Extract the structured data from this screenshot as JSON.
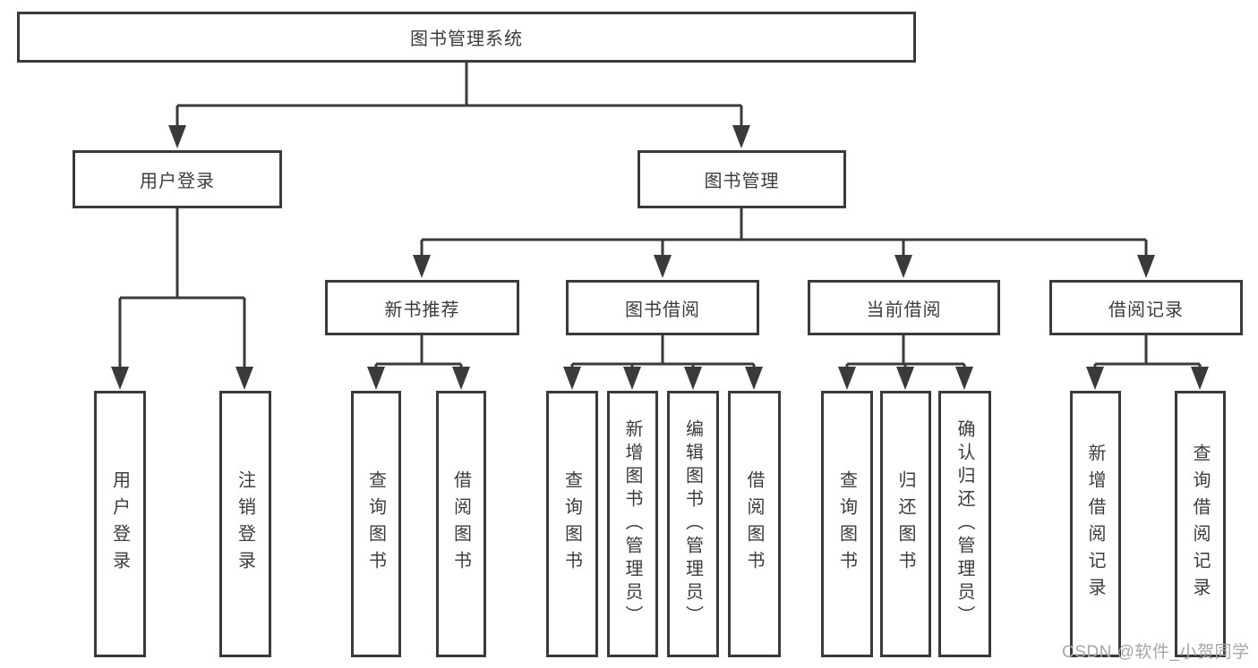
{
  "tree": {
    "root": {
      "label": "图书管理系统"
    },
    "children": [
      {
        "label": "用户登录",
        "children": [
          {
            "label": "用户登录"
          },
          {
            "label": "注销登录"
          }
        ]
      },
      {
        "label": "图书管理",
        "children": [
          {
            "label": "新书推荐",
            "children": [
              {
                "label": "查询图书"
              },
              {
                "label": "借阅图书"
              }
            ]
          },
          {
            "label": "图书借阅",
            "children": [
              {
                "label": "查询图书"
              },
              {
                "label": "新增图书（管理员）"
              },
              {
                "label": "编辑图书（管理员）"
              },
              {
                "label": "借阅图书"
              }
            ]
          },
          {
            "label": "当前借阅",
            "children": [
              {
                "label": "查询图书"
              },
              {
                "label": "归还图书"
              },
              {
                "label": "确认归还（管理员）"
              }
            ]
          },
          {
            "label": "借阅记录",
            "children": [
              {
                "label": "新增借阅记录"
              },
              {
                "label": "查询借阅记录"
              }
            ]
          }
        ]
      }
    ]
  },
  "watermark": {
    "text": "CSDN @软件_小贺同学"
  },
  "colors": {
    "line": "#3a3a3a",
    "text": "#3c3c3c",
    "watermark_text": "#a6a6a6",
    "background": "#ffffff"
  }
}
